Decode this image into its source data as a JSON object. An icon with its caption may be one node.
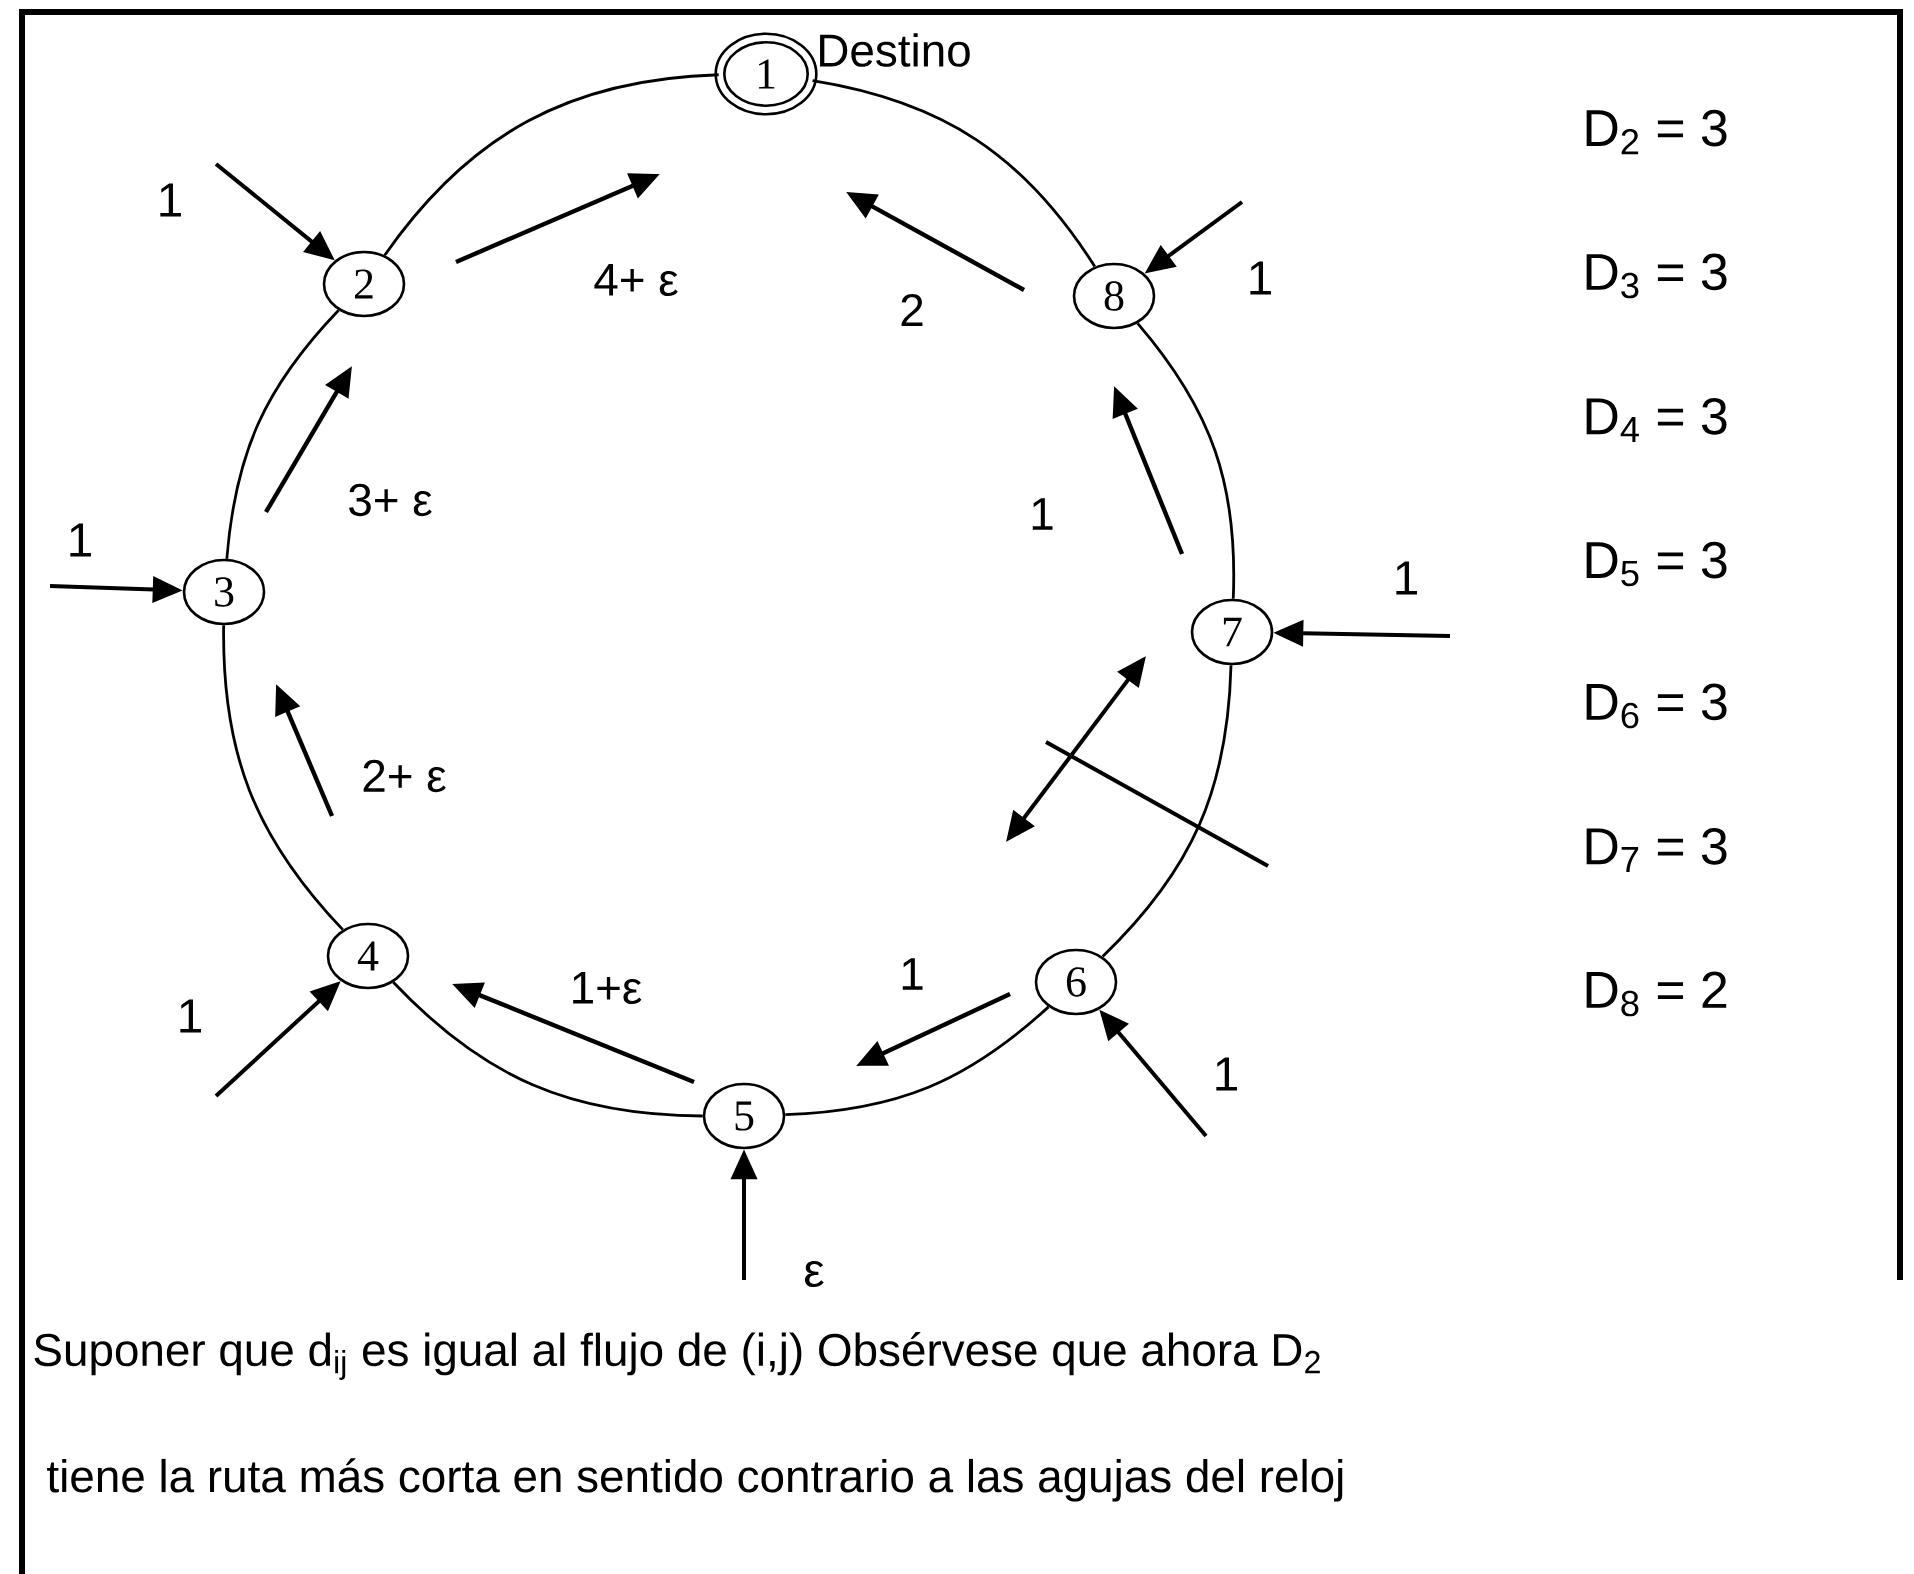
{
  "diagram": {
    "nodes": [
      {
        "text": [
          "1"
        ],
        "beside": [
          "Destino"
        ]
      },
      {
        "text": [
          "2"
        ]
      },
      {
        "text": [
          "3"
        ]
      },
      {
        "text": [
          "4"
        ]
      },
      {
        "text": [
          "5"
        ]
      },
      {
        "text": [
          "6"
        ]
      },
      {
        "text": [
          "7"
        ]
      },
      {
        "text": [
          "8"
        ]
      }
    ],
    "edges": [
      {
        "from": 0,
        "to": 1,
        "arrow": "none"
      },
      {
        "from": 1,
        "to": 2,
        "arrow": "none"
      },
      {
        "from": 2,
        "to": 3,
        "arrow": "none"
      },
      {
        "from": 3,
        "to": 4,
        "arrow": "none"
      },
      {
        "from": 4,
        "to": 5,
        "arrow": "none"
      },
      {
        "from": 5,
        "to": 6,
        "arrow": "none"
      },
      {
        "from": 6,
        "to": 7,
        "arrow": "none"
      },
      {
        "from": 7,
        "to": 0,
        "arrow": "none"
      },
      {
        "from": null,
        "to": 1,
        "arrow": "to",
        "label": "1"
      },
      {
        "from": null,
        "to": 7,
        "arrow": "to",
        "label": "1"
      },
      {
        "from": null,
        "to": 2,
        "arrow": "to",
        "label": "1"
      },
      {
        "from": null,
        "to": 6,
        "arrow": "to",
        "label": "1"
      },
      {
        "from": null,
        "to": 3,
        "arrow": "to",
        "label": "1"
      },
      {
        "from": null,
        "to": 5,
        "arrow": "to",
        "label": "1"
      },
      {
        "from": null,
        "to": 4,
        "arrow": "to",
        "label": "ε"
      }
    ],
    "labels": [
      "D$_{2}$ = 3",
      "D$_{3}$ = 3",
      "D$_{4}$ = 3",
      "D$_{5}$ = 3",
      "D$_{6}$ = 3",
      "D$_{7}$ = 3",
      "D$_{8}$ = 2",
      "4+ ε",
      "2",
      "3+ ε",
      "1",
      "2+ ε",
      "1+ε",
      "1",
      "Suponer que d$_{ij}$ es igual al flujo de (i,j) Obsérvese que ahora D$_{2}$",
      "tiene la ruta más corta en sentido contrario a las agujas del reloj"
    ]
  }
}
